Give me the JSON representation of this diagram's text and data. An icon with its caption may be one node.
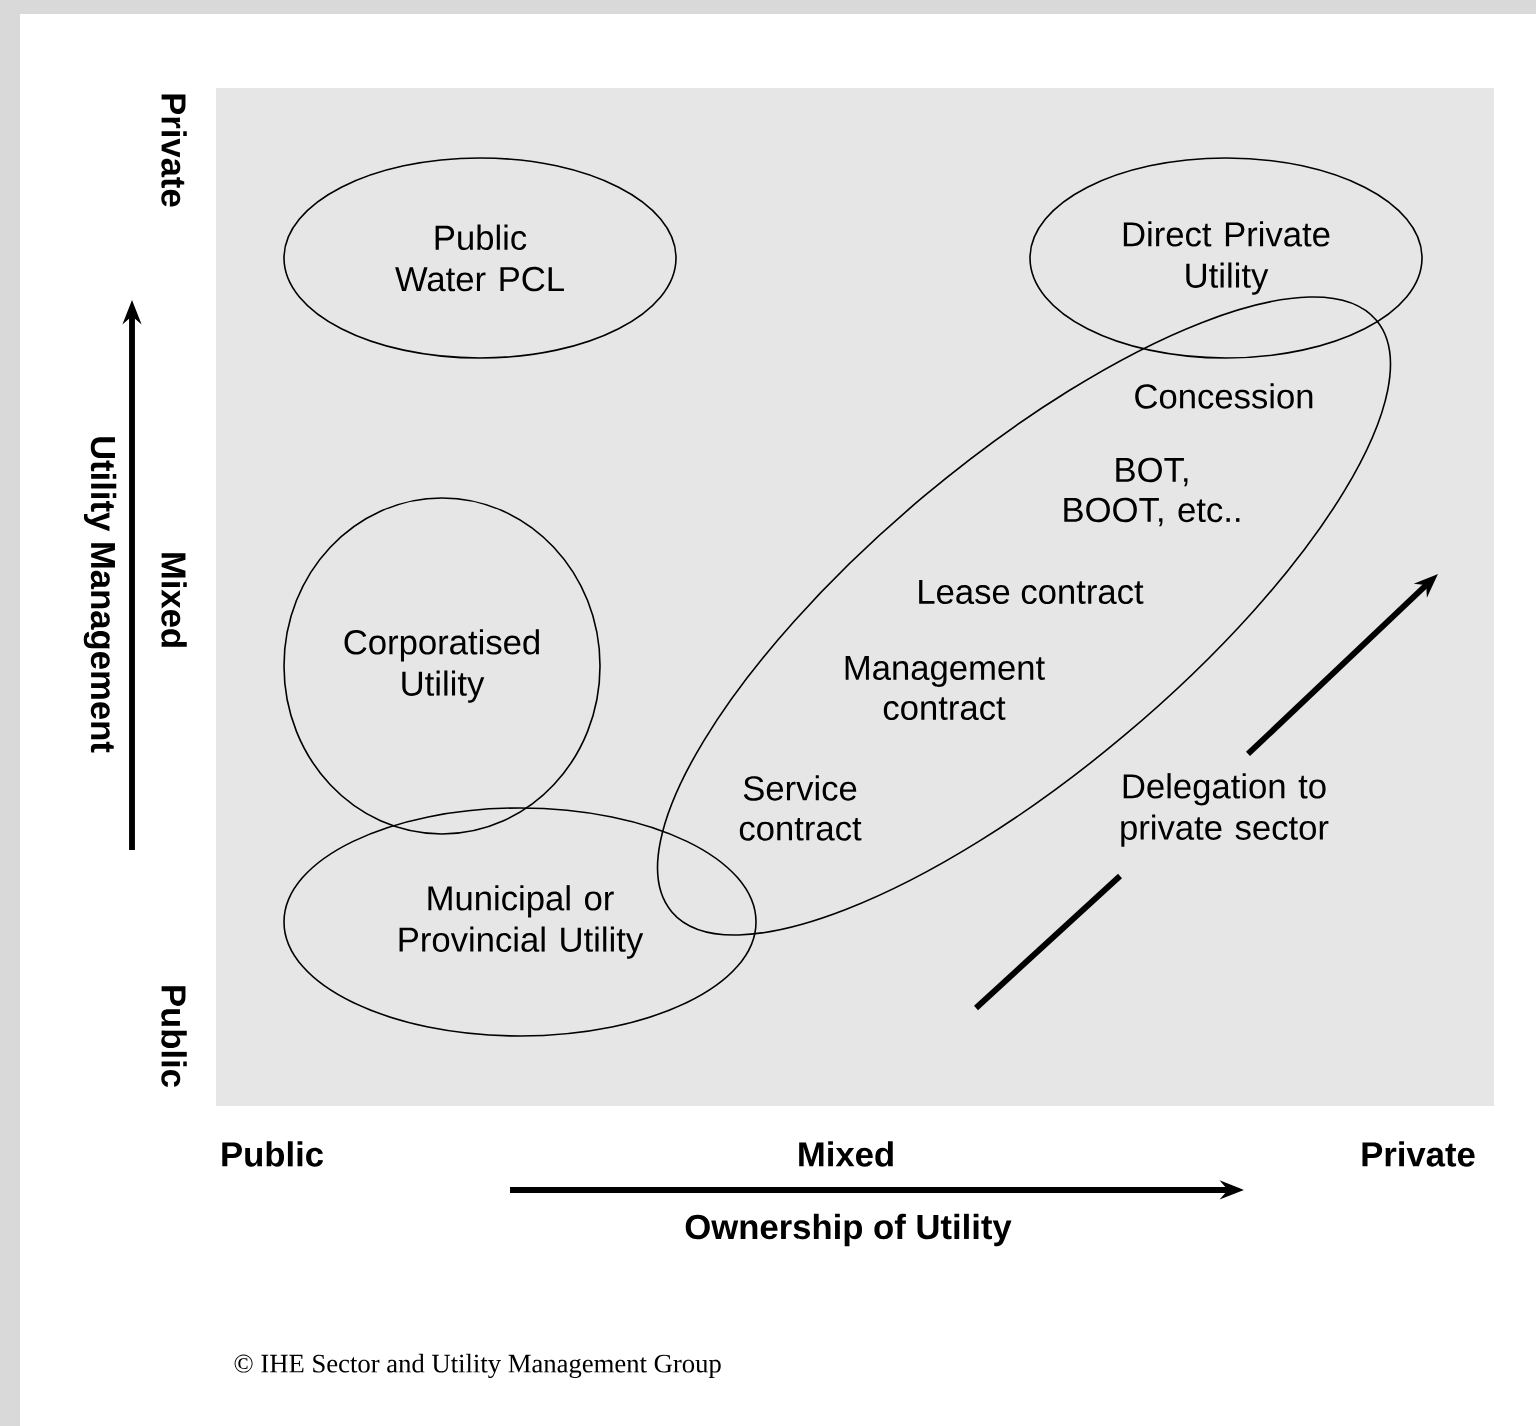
{
  "diagram": {
    "nodes": [
      {
        "text": [
          "Public Water PCL"
        ]
      },
      {
        "text": [
          "Direct Private Utility"
        ]
      },
      {
        "text": [
          "Corporatised Utility"
        ]
      },
      {
        "text": [
          "Municipal or Provincial Utility"
        ]
      },
      {
        "text": [
          "Concession",
          "BOT, BOOT, etc..",
          "Lease contract",
          "Management contract",
          "Service contract"
        ]
      }
    ],
    "edges": [],
    "labels": [
      "Private",
      "Mixed",
      "Public",
      "Utility Management",
      "Public",
      "Mixed",
      "Private",
      "Ownership of Utility",
      "Delegation to private sector",
      "© IHE Sector and Utility Management Group"
    ]
  }
}
